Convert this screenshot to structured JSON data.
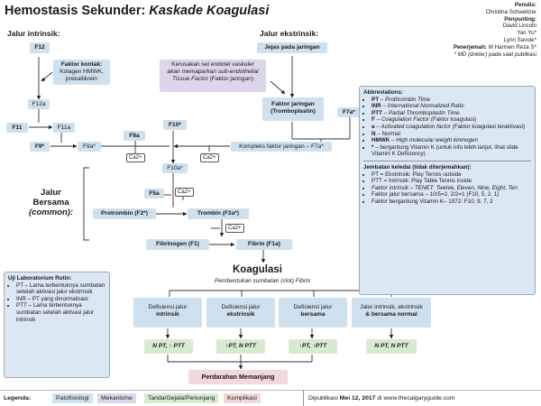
{
  "title": {
    "part1": "Hemostasis Sekunder: ",
    "part2": "Kaskade Koagulasi"
  },
  "credits": {
    "penulis_label": "Penulis:",
    "penulis": "Christina Schweitzer",
    "penyunting_label": "Penyunting:",
    "penyunting1": "David Lincoln",
    "penyunting2": "Yan Yu*",
    "penyunting3": "Lynn Savoie*",
    "penerjemah_label": "Penerjemah:",
    "penerjemah": "M Harmen Reza S*",
    "md_note": "* MD (dokter) pada saat publikasi"
  },
  "intrinsic": {
    "heading": "Jalur intrinsik:",
    "f12": "F12",
    "contact": "Faktor kontak:",
    "contact_detail": "Kolagen HMWK, prekallikrein",
    "f12a": "F12a",
    "f11": "F11",
    "f11a": "F11a",
    "f9": "F9*",
    "f9a": "F9a*",
    "f8a": "F8a",
    "ca": "Ca2+"
  },
  "extrinsic": {
    "heading": "Jalur ekstrinsik:",
    "injury": "Jejas pada jaringan",
    "endothelial1": "Kerusakan sel endotel vaskuler",
    "endothelial2": "akan memaparkan sub-endothelial",
    "endothelial3": "Tissue Factor",
    "endothelial3b": " (Faktor jaringan)",
    "tf1": "Faktor jaringan",
    "tf2": "(Tromboplastin)",
    "f7a": "F7a*",
    "complex": "Kompleks faktor jaringan – F7a*"
  },
  "common": {
    "label1": "Jalur",
    "label2": "Bersama",
    "label3": "(common):",
    "f10": "F10*",
    "f10a": "F10a*",
    "f5a": "F5a",
    "prothrombin": "Protrombin (F2*)",
    "thrombin": "Trombin (F2a*)",
    "fibrinogen": "Fibrinogen (F1)",
    "fibrin": "Fibrin (F1a)",
    "coag_title": "Koagulasi",
    "coag_sub": "Pembentukan sumbatan (clot) Fibrin",
    "ca": "Ca2+"
  },
  "abbreviations": {
    "heading": "Abbreviations:",
    "items": [
      {
        "key": "PT",
        "text": "Prothrombin Time"
      },
      {
        "key": "INR",
        "text": "International Normalized Ratio"
      },
      {
        "key": "PTT",
        "text": "Partial Thromboplastin Time"
      },
      {
        "key": "F",
        "text": "Coagulation Factor",
        "extra": " (Faktor koagulasi)"
      },
      {
        "key": "a",
        "text": "Activated coagulation factor",
        "extra": " (Faktor koagulasi teraktivasi)"
      },
      {
        "key": "N",
        "text": "Normal"
      },
      {
        "key": "HMWK",
        "text": "High molecular weight kininogen"
      },
      {
        "key": "*",
        "text": "bergantung Vitamin K",
        "extra": " (untuk info lebih lanjut, lihat slide Vitamin K Deficiency)"
      }
    ]
  },
  "bridge": {
    "heading": "Jembatan keledai (tidak diterjemahkan):",
    "l1": "PT = Ekstrinsik: Play Tennis outside",
    "l2": "PTT = Intrinsik: Play Table Tennis inside",
    "l3": "Faktor intrinsik – TENET: Twelve, Eleven, Nine, Eight, Ten",
    "l4": "Faktor jalur bersama – 10/5=2, 2/2=1 (F10, 5, 2, 1)",
    "l5": "Faktor bergantung Vitamin K– 1972: F10, 9, 7, 2"
  },
  "lab": {
    "heading": "Uji Laboratorium Rutin:",
    "pt": "PT – Lama terbentuknya sumbatan setelah aktivasi jalur ekstrinsik",
    "inr": "INR – PT yang dinormalisasi",
    "ptt": "PTT – Lama terbentuknya sumbatan setelah aktivasi jalur intrinsik"
  },
  "deficiency": [
    {
      "label": "Defisiensi jalur",
      "bold": "intrinsik",
      "result": "N PT, ↑ PTT"
    },
    {
      "label": "Defisiensi jalur",
      "bold": "ekstrinsik",
      "result": "↑PT, N PTT"
    },
    {
      "label": "Defisiensi jalur",
      "bold": "bersama",
      "result": "↑PT, ↑PTT"
    },
    {
      "label": "Jalur intrinsik, ekstrinsik",
      "bold": "& bersama normal",
      "result": "N PT, N PTT"
    }
  ],
  "bleeding": "Perdarahan Memanjang",
  "legend": {
    "label": "Legenda:",
    "patho": "Patofisiologi",
    "mech": "Mekanisme",
    "signs": "Tanda/Gejala/Penunjang",
    "comp": "Komplikasi",
    "published": "Dipublikasi ",
    "date": "Mei 12, 2017",
    "site": " di www.thecalgaryguide.com"
  },
  "colors": {
    "blue": "#cfe0ee",
    "purple": "#ddd6ea",
    "green": "#d6ebd0",
    "pink": "#f2d9d9"
  }
}
